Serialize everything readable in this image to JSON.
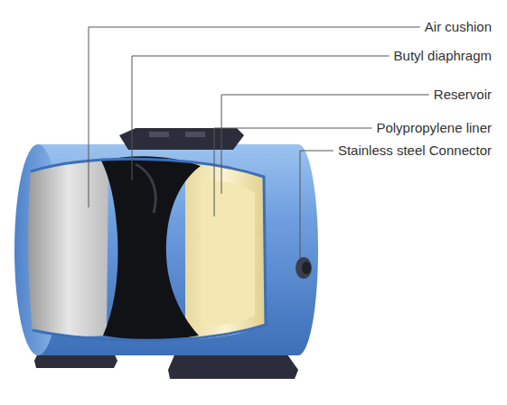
{
  "diagram": {
    "labels": [
      "Air cushion",
      "Butyl diaphragm",
      "Reservoir",
      "Polypropylene liner",
      "Stainless steel Connector"
    ]
  }
}
